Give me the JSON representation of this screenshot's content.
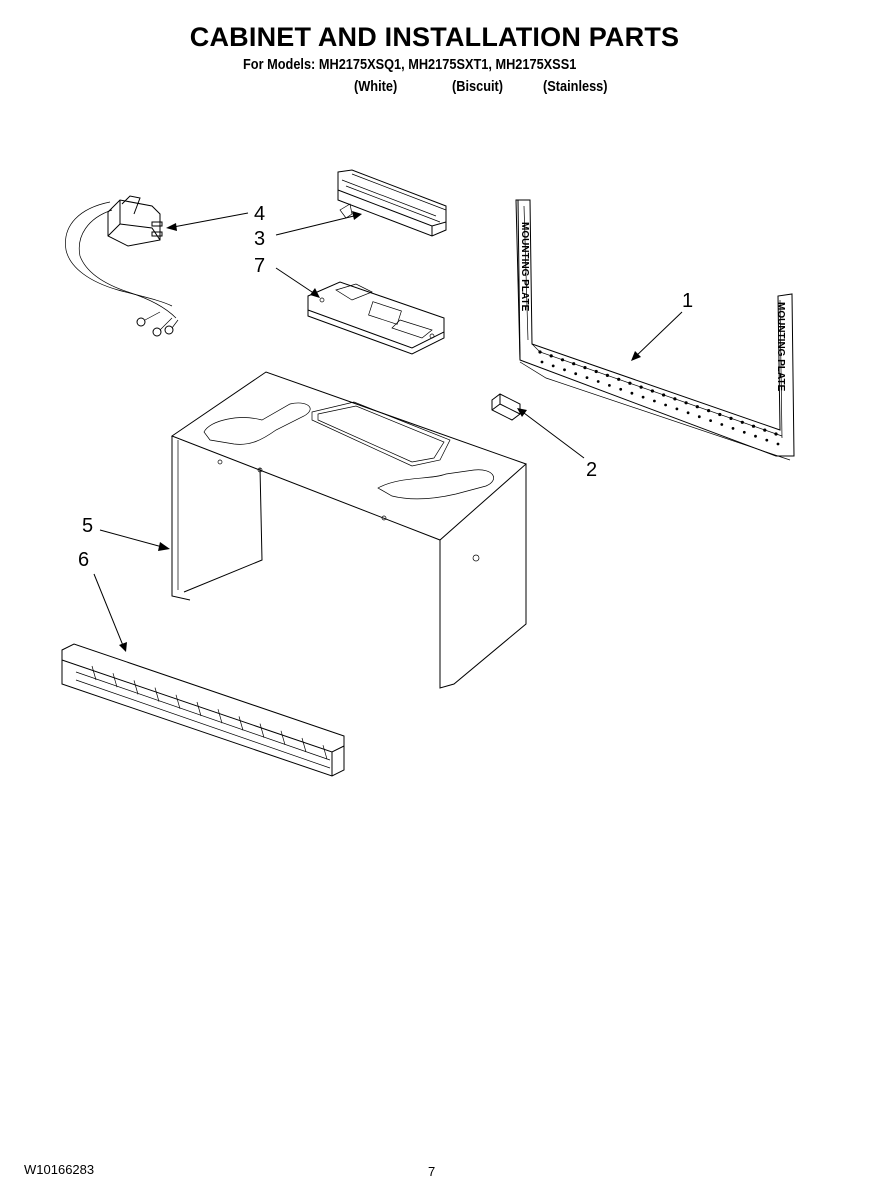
{
  "header": {
    "title": "CABINET AND INSTALLATION PARTS",
    "models_line": "For Models: MH2175XSQ1, MH2175SXT1, MH2175XSS1",
    "variants": [
      "(White)",
      "(Biscuit)",
      "(Stainless)"
    ]
  },
  "callouts": [
    "1",
    "2",
    "3",
    "4",
    "5",
    "6",
    "7"
  ],
  "plate_text": "MOUNTING PLATE",
  "footer": {
    "doc_number": "W10166283",
    "page_number": "7"
  }
}
